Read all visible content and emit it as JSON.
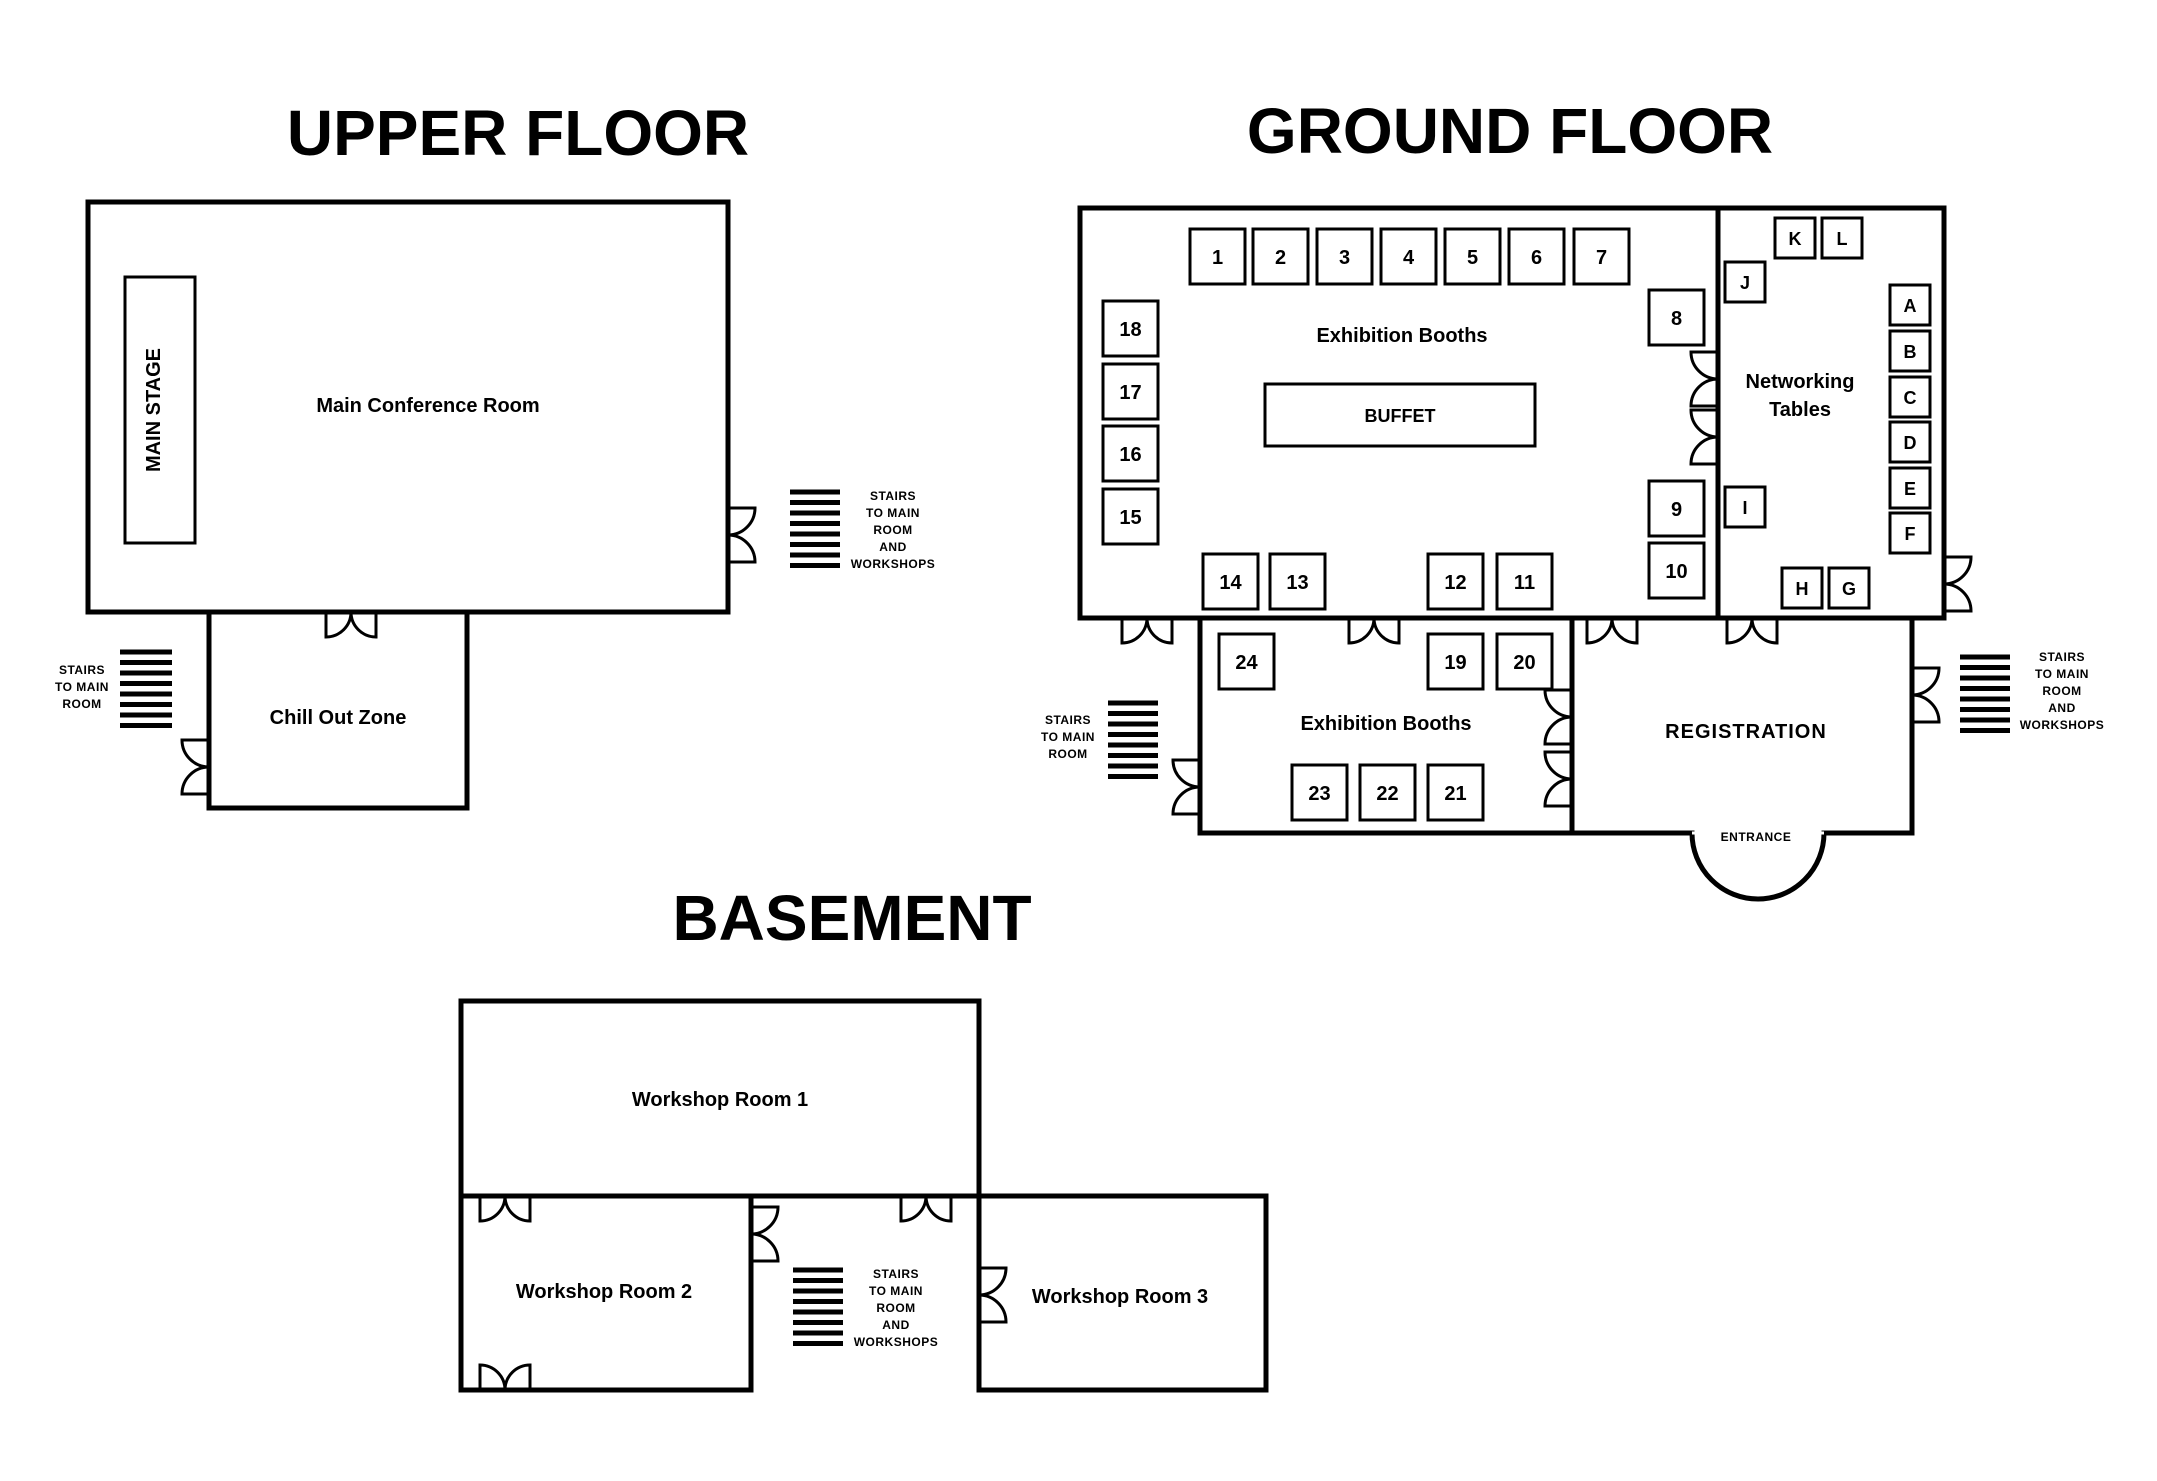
{
  "floors": {
    "upper": {
      "title": "UPPER FLOOR",
      "main_room": "Main Conference Room",
      "main_stage": "MAIN STAGE",
      "chill_out": "Chill Out Zone",
      "stairs_right": [
        "STAIRS",
        "TO MAIN",
        "ROOM",
        "AND",
        "WORKSHOPS"
      ],
      "stairs_left": [
        "STAIRS",
        "TO MAIN",
        "ROOM"
      ]
    },
    "ground": {
      "title": "GROUND FLOOR",
      "exhibition_main": "Exhibition Booths",
      "buffet": "BUFFET",
      "networking": [
        "Networking",
        "Tables"
      ],
      "exhibition_lower": "Exhibition Booths",
      "registration": "REGISTRATION",
      "entrance": "ENTRANCE",
      "stairs_left": [
        "STAIRS",
        "TO MAIN",
        "ROOM"
      ],
      "stairs_right": [
        "STAIRS",
        "TO MAIN",
        "ROOM",
        "AND",
        "WORKSHOPS"
      ],
      "booths": [
        "1",
        "2",
        "3",
        "4",
        "5",
        "6",
        "7",
        "8",
        "9",
        "10",
        "11",
        "12",
        "13",
        "14",
        "15",
        "16",
        "17",
        "18",
        "19",
        "20",
        "21",
        "22",
        "23",
        "24"
      ],
      "tables": [
        "A",
        "B",
        "C",
        "D",
        "E",
        "F",
        "G",
        "H",
        "I",
        "J",
        "K",
        "L"
      ]
    },
    "basement": {
      "title": "BASEMENT",
      "room1": "Workshop Room 1",
      "room2": "Workshop Room 2",
      "room3": "Workshop Room 3",
      "stairs": [
        "STAIRS",
        "TO MAIN",
        "ROOM",
        "AND",
        "WORKSHOPS"
      ]
    }
  }
}
